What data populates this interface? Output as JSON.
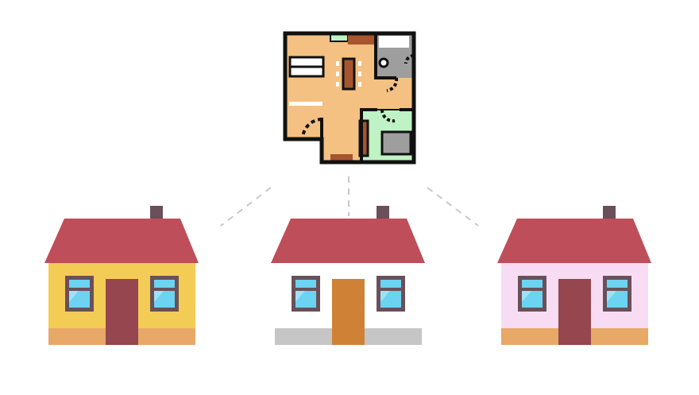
{
  "diagram": {
    "floor_plan": {
      "icon": "floor-plan-icon",
      "colors": {
        "outline": "#111111",
        "floor": "#F4C182",
        "furniture": "#A6552F",
        "bathroom_floor": "#BFF2C4",
        "tile": "#9E9E9E",
        "light_fixture": "#FFFFFF"
      }
    },
    "connector_style": {
      "color": "#C8C8C8",
      "dashed": true
    },
    "houses": [
      {
        "id": "left",
        "icon": "house-icon",
        "colors": {
          "wall": "#F3CC55",
          "roof": "#BE4E59",
          "door": "#95464F",
          "base": "#E8A868",
          "chimney": "#6A5058",
          "window_frame": "#6A5058",
          "glass": "#6CD3F2"
        }
      },
      {
        "id": "center",
        "icon": "house-icon",
        "colors": {
          "wall": "#FFFFFF",
          "roof": "#BE4E59",
          "door": "#CF8236",
          "base": "#C6C6C6",
          "chimney": "#6A5058",
          "window_frame": "#6A5058",
          "glass": "#6CD3F2"
        }
      },
      {
        "id": "right",
        "icon": "house-icon",
        "colors": {
          "wall": "#F7DCF3",
          "roof": "#BE4E59",
          "door": "#95464F",
          "base": "#E8A868",
          "chimney": "#6A5058",
          "window_frame": "#6A5058",
          "glass": "#6CD3F2"
        }
      }
    ]
  }
}
